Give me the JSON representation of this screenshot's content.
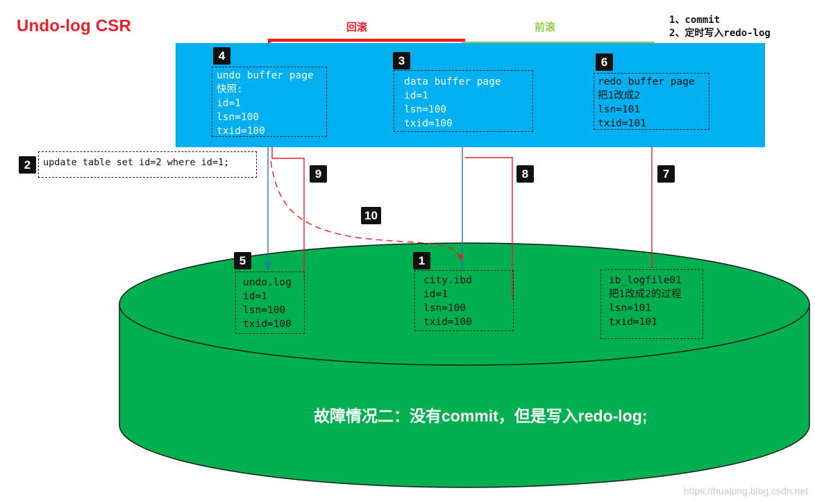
{
  "title": "Undo-log CSR",
  "labels": {
    "rollback": "回滚",
    "rollforward": "前滚"
  },
  "notes": [
    "1、commit",
    "2、定时写入redo-log"
  ],
  "badges": [
    "1",
    "2",
    "3",
    "4",
    "5",
    "6",
    "7",
    "8",
    "9",
    "10"
  ],
  "undo_buffer": {
    "lines": [
      "undo buffer page",
      "快照:",
      "id=1",
      "lsn=100",
      "txid=100"
    ]
  },
  "data_buffer": {
    "lines": [
      "data buffer page",
      "id=1",
      "lsn=100",
      "txid=100"
    ]
  },
  "redo_buffer": {
    "lines": [
      "redo buffer page",
      "把1改成2",
      "lsn=101",
      "txid=101"
    ]
  },
  "sql": "update table set id=2 where id=1;",
  "undo_log": {
    "lines": [
      "undo.log",
      "id=1",
      "lsn=100",
      "txid=100"
    ]
  },
  "city_ibd": {
    "lines": [
      "city.ibd",
      "id=1",
      "lsn=100",
      "txid=100"
    ]
  },
  "ib_logfile": {
    "lines": [
      "ib_logfile01",
      "把1改成2的过程",
      "lsn=101",
      "txid=101"
    ]
  },
  "caption": "故障情况二：没有commit，但是写入redo-log;",
  "watermark": "https://hualong.blog.csdn.net",
  "colors": {
    "memory": "#00b0f0",
    "disk": "#00b050",
    "rollback": "#ee1c24",
    "rollforward": "#92d050",
    "blue_arrow": "#2e75b6"
  }
}
